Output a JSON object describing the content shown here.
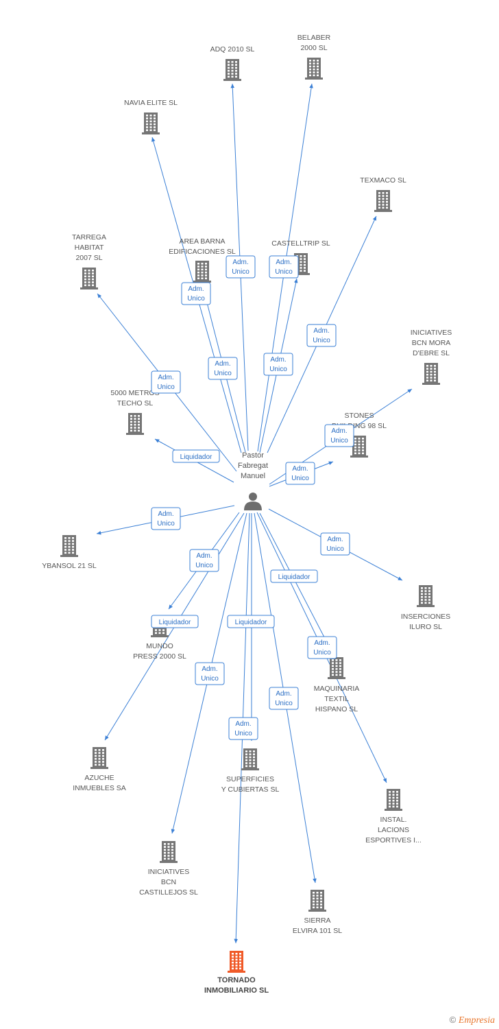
{
  "colors": {
    "edge": "#3a7fd5",
    "building": "#757575",
    "building_highlight": "#f05a28",
    "person": "#6d6d6d"
  },
  "person": {
    "lines": [
      "Pastor",
      "Fabregat",
      "Manuel"
    ],
    "icon": "person-icon"
  },
  "nodes": [
    {
      "id": "adq2010",
      "lines": [
        "ADQ 2010 SL"
      ],
      "icon": "building-icon"
    },
    {
      "id": "belaber",
      "lines": [
        "BELABER",
        "2000 SL"
      ],
      "icon": "building-icon"
    },
    {
      "id": "navia",
      "lines": [
        "NAVIA ELITE SL"
      ],
      "icon": "building-icon"
    },
    {
      "id": "texmaco",
      "lines": [
        "TEXMACO SL"
      ],
      "icon": "building-icon"
    },
    {
      "id": "tarrega",
      "lines": [
        "TARREGA",
        "HABITAT",
        "2007 SL"
      ],
      "icon": "building-icon"
    },
    {
      "id": "areabarna",
      "lines": [
        "AREA BARNA",
        "EDIFICACIONES SL"
      ],
      "icon": "building-icon"
    },
    {
      "id": "castelltrip",
      "lines": [
        "CASTELLTRIP SL"
      ],
      "icon": "building-icon"
    },
    {
      "id": "iniciativesmora",
      "lines": [
        "INICIATIVES",
        "BCN MORA",
        "D'EBRE SL"
      ],
      "icon": "building-icon"
    },
    {
      "id": "5000metros",
      "lines": [
        "5000 METROS",
        "TECHO SL"
      ],
      "icon": "building-icon"
    },
    {
      "id": "stones",
      "lines": [
        "STONES",
        "BUILDING 98 SL"
      ],
      "icon": "building-icon"
    },
    {
      "id": "ybansol",
      "lines": [
        "YBANSOL 21 SL"
      ],
      "icon": "building-icon"
    },
    {
      "id": "inserciones",
      "lines": [
        "INSERCIONES",
        "ILURO  SL"
      ],
      "icon": "building-icon"
    },
    {
      "id": "mundopress",
      "lines": [
        "MUNDO",
        "PRESS 2000 SL"
      ],
      "icon": "building-icon"
    },
    {
      "id": "maquinaria",
      "lines": [
        "MAQUINARIA",
        "TEXTIL",
        "HISPANO SL"
      ],
      "icon": "building-icon"
    },
    {
      "id": "azuche",
      "lines": [
        "AZUCHE",
        "INMUEBLES SA"
      ],
      "icon": "building-icon"
    },
    {
      "id": "superficies",
      "lines": [
        "SUPERFICIES",
        "Y CUBIERTAS SL"
      ],
      "icon": "building-icon"
    },
    {
      "id": "instal",
      "lines": [
        "INSTAL.",
        "LACIONS",
        "ESPORTIVES I..."
      ],
      "icon": "building-icon"
    },
    {
      "id": "iniciativescast",
      "lines": [
        "INICIATIVES",
        "BCN",
        "CASTILLEJOS SL"
      ],
      "icon": "building-icon"
    },
    {
      "id": "sierra",
      "lines": [
        "SIERRA",
        "ELVIRA 101 SL"
      ],
      "icon": "building-icon"
    },
    {
      "id": "tornado",
      "lines": [
        "TORNADO",
        "INMOBILIARIO SL"
      ],
      "icon": "building-icon",
      "highlight": true
    }
  ],
  "edges": [
    {
      "target": "adq2010",
      "label": [
        "Adm.",
        "Unico"
      ]
    },
    {
      "target": "belaber",
      "label": [
        "Adm.",
        "Unico"
      ]
    },
    {
      "target": "navia",
      "label": [
        "Adm.",
        "Unico"
      ]
    },
    {
      "target": "texmaco",
      "label": [
        "Adm.",
        "Unico"
      ]
    },
    {
      "target": "tarrega",
      "label": [
        "Adm.",
        "Unico"
      ]
    },
    {
      "target": "areabarna",
      "label": [
        "Adm.",
        "Unico"
      ]
    },
    {
      "target": "castelltrip",
      "label": [
        "Adm.",
        "Unico"
      ]
    },
    {
      "target": "iniciativesmora",
      "label": [
        "Adm.",
        "Unico"
      ]
    },
    {
      "target": "5000metros",
      "label": [
        "Liquidador"
      ]
    },
    {
      "target": "stones",
      "label": [
        "Adm.",
        "Unico"
      ]
    },
    {
      "target": "ybansol",
      "label": [
        "Adm.",
        "Unico"
      ]
    },
    {
      "target": "inserciones",
      "label": [
        "Adm.",
        "Unico"
      ]
    },
    {
      "target": "mundopress",
      "label": [
        "Liquidador"
      ]
    },
    {
      "target": "maquinaria",
      "label": [
        "Liquidador"
      ]
    },
    {
      "target": "azuche",
      "label": [
        "Adm.",
        "Unico"
      ]
    },
    {
      "target": "superficies",
      "label": [
        "Liquidador"
      ]
    },
    {
      "target": "instal",
      "label": [
        "Adm.",
        "Unico"
      ]
    },
    {
      "target": "iniciativescast",
      "label": [
        "Adm.",
        "Unico"
      ]
    },
    {
      "target": "sierra",
      "label": [
        "Adm.",
        "Unico"
      ]
    },
    {
      "target": "tornado",
      "label": [
        "Adm.",
        "Unico"
      ]
    }
  ],
  "footer": {
    "copyright": "©",
    "brand": "Empresia"
  }
}
